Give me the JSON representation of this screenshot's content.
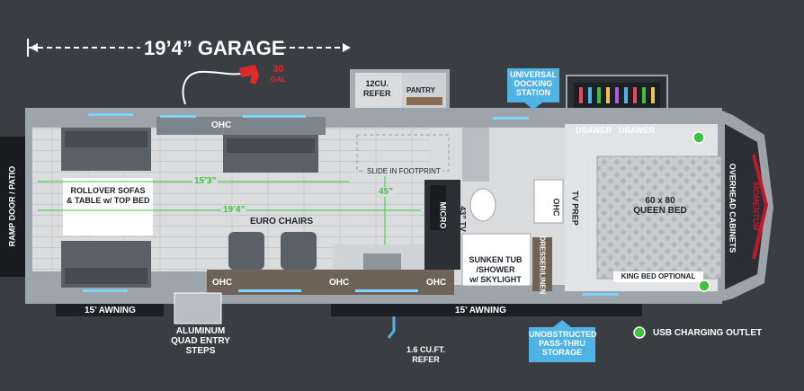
{
  "garage": {
    "label": "19’4” GARAGE"
  },
  "fuel": {
    "amount": "30",
    "unit": "GAL"
  },
  "refer": {
    "line1": "12CU.",
    "line2": "REFER"
  },
  "pantry": "PANTRY",
  "universal_docking": {
    "line1": "UNIVERSAL",
    "line2": "DOCKING",
    "line3": "STATION"
  },
  "drawers": [
    "DRAWER",
    "DRAWER"
  ],
  "overhead_cabinets": "OVERHEAD CABINETS",
  "ohc_top": "OHC",
  "ohc_bottom": [
    "OHC",
    "OHC",
    "OHC"
  ],
  "ohc_bath": "OHC",
  "ramp_door": "RAMP DOOR / PATIO",
  "rollover": {
    "line1": "ROLLOVER SOFAS",
    "line2": "& TABLE w/ TOP BED"
  },
  "dim_15_3": "15’3”",
  "dim_19_4": "19’4”",
  "dim_45": "45”",
  "slide_footprint": "SLIDE IN FOOTPRINT",
  "euro_chairs": "EURO CHAIRS",
  "micro": "MICRO",
  "tv_43": "43” TV",
  "sunken_tub": {
    "line1": "SUNKEN TUB",
    "line2": "/SHOWER",
    "line3": "w/ SKYLIGHT"
  },
  "dresser": "DRESSER/LINEN",
  "tv_prep": "TV PREP",
  "queen_bed": {
    "line1": "60 x 80",
    "line2": "QUEEN BED"
  },
  "king_bed": "KING BED OPTIONAL",
  "awning_left": "15’ AWNING",
  "awning_right": "15’ AWNING",
  "steps": {
    "line1": "ALUMINUM",
    "line2": "QUAD ENTRY",
    "line3": "STEPS"
  },
  "exterior_refer": {
    "line1": "1.6 CU.FT.",
    "line2": "REFER"
  },
  "pass_thru": {
    "line1": "UNOBSTRUCTED",
    "line2": "PASS-THRU",
    "line3": "STORAGE"
  },
  "usb_legend": "USB CHARGING OUTLET",
  "brand": "MOMENTUM",
  "colors": {
    "background": "#3a3d42",
    "wall": "#9ea5aa",
    "floor": "#d9dbdd",
    "dimension": "#3fc33f",
    "accent_blue": "#4fb3e6",
    "fuel_red": "#e02a2a",
    "usb_green": "#3fc33f"
  }
}
